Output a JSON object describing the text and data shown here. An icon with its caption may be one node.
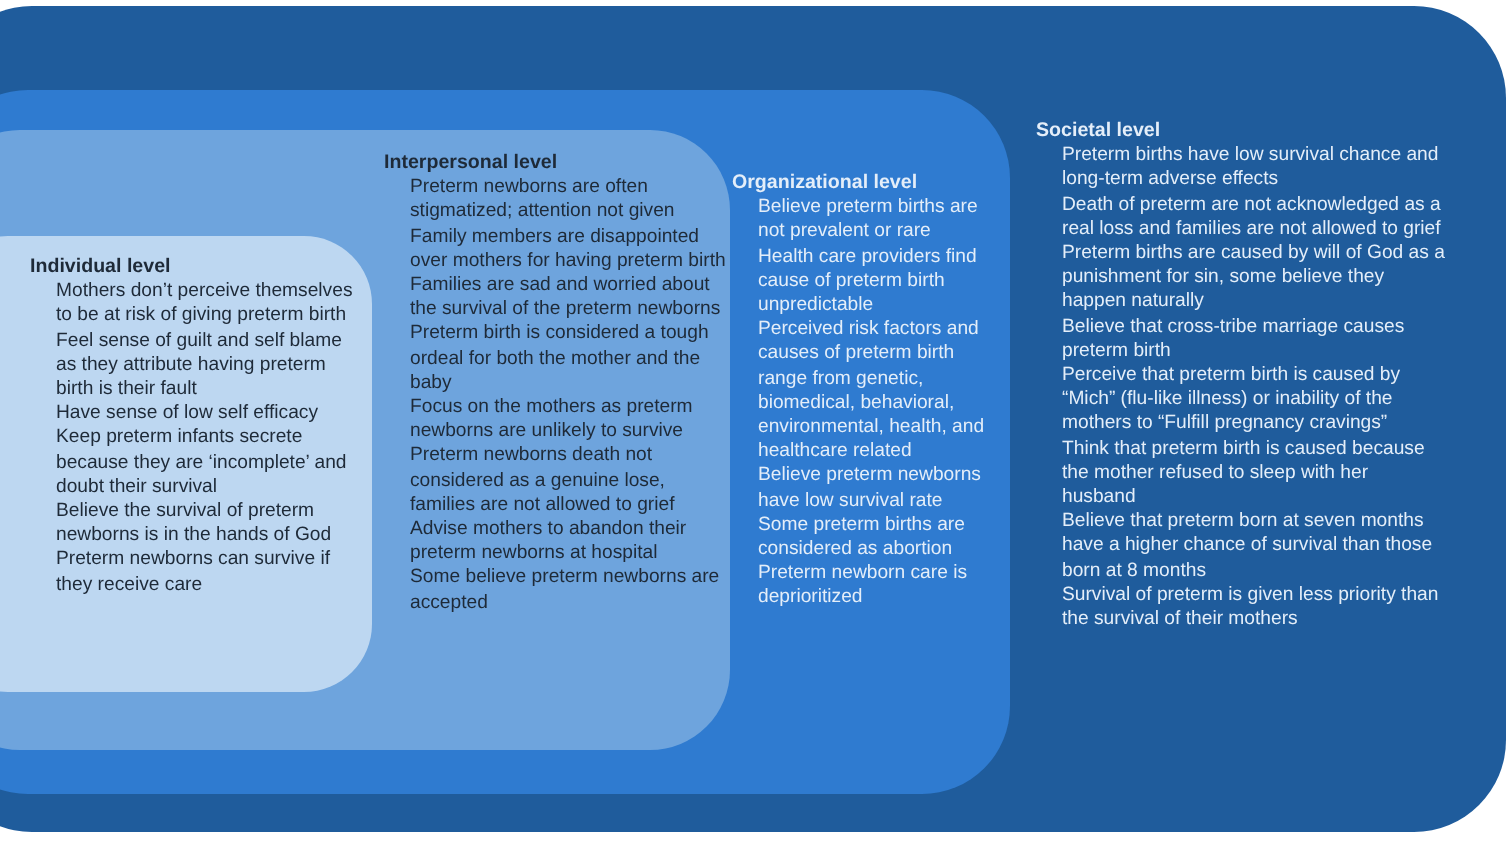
{
  "diagram": {
    "nodes": [
      {
        "text": [
          "Societal level",
          "Preterm births have low survival chance and long-term adverse effects",
          "Death of preterm are not acknowledged as a real loss and families are not allowed to grief",
          "Preterm births are caused by will of God as a punishment for sin, some believe they happen naturally",
          "Believe that cross-tribe marriage causes preterm birth",
          "Perceive that preterm birth is caused by “Mich” (flu-like illness) or inability of the mothers to “Fulfill pregnancy cravings”",
          "Think that preterm birth is caused because the mother refused to sleep with her husband",
          "Believe that preterm born at seven months have a higher chance of survival than those born at 8 months",
          "Survival of preterm is given less priority than the survival of their mothers"
        ]
      },
      {
        "text": [
          "Organizational level",
          "Believe preterm births are not prevalent or rare",
          "Health care providers find cause of preterm birth unpredictable",
          "Perceived risk factors and causes of preterm birth range from genetic, biomedical, behavioral, environmental, health, and healthcare related",
          "Believe preterm newborns have low survival rate",
          "Some preterm births are considered as abortion",
          "Preterm newborn care is deprioritized"
        ],
        "in": 0
      },
      {
        "text": [
          "Interpersonal level",
          "Preterm newborns are often stigmatized; attention not given",
          "Family members are disappointed over mothers for having preterm birth",
          "Families are sad and worried about the survival of the preterm newborns",
          "Preterm birth is considered a tough ordeal for both the mother and the baby",
          "Focus on the mothers as preterm newborns are unlikely to survive",
          "Preterm newborns death not considered as a genuine lose, families are not allowed to grief",
          "Advise mothers to abandon their preterm newborns at hospital",
          "Some believe preterm newborns are accepted"
        ],
        "in": 1
      },
      {
        "text": [
          "Individual level",
          "Mothers don’t perceive themselves to be at risk of giving preterm birth",
          "Feel sense of guilt and self blame as they attribute having preterm birth is their fault",
          "Have sense of low self efficacy",
          "Keep preterm infants secrete because they are ‘incomplete’ and doubt their survival",
          "Believe the survival of preterm newborns is in the hands of God",
          "Preterm newborns can survive if they receive care"
        ],
        "in": 2
      }
    ]
  }
}
